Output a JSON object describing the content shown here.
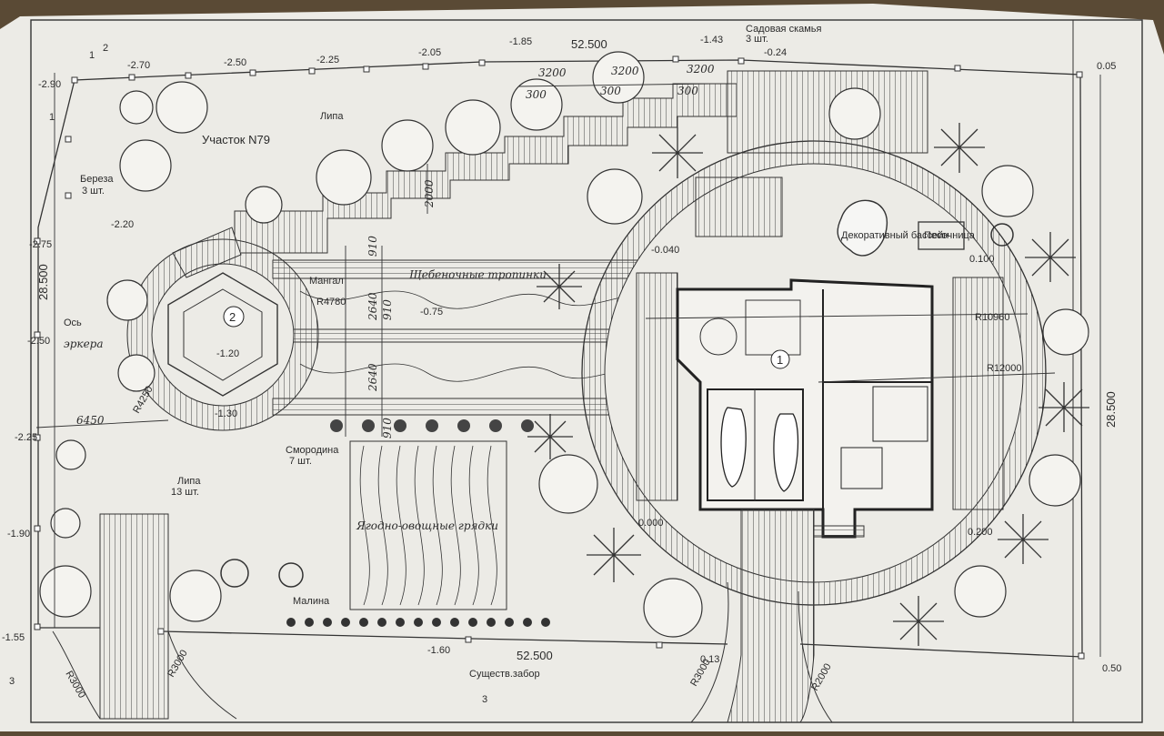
{
  "plot_title": "Участок N79",
  "top_dimension": "52.500",
  "bottom_dimension": "52.500",
  "left_dimension": "28.500",
  "right_dimension": "28.500",
  "annotations": {
    "garden_benches": "Садовая скамья",
    "garden_benches_count": "3 шт.",
    "birch": "Береза",
    "birch_count": "3 шт.",
    "linden_top": "Липа",
    "linden_bottom": "Липа",
    "linden_bottom_count": "13 шт.",
    "gravel_paths": "Щебеночные тропинки",
    "mangal": "Мангал",
    "currant": "Смородина",
    "currant_count": "7 шт.",
    "berry_beds": "Ягодно-овощные грядки",
    "raspberry": "Малина",
    "existing_fence": "Существ.забор",
    "decorative_pool": "Декоративный бассейн",
    "sandbox": "Песочница",
    "axis": "Ось",
    "erker": "эркера"
  },
  "radii": {
    "r10960": "R10960",
    "r12000": "R12000",
    "r4780": "R4780",
    "r4250": "R4250",
    "r3000_a": "R3000",
    "r3000_b": "R3000",
    "r3000_c": "R3000",
    "r2000": "R2000"
  },
  "markers": {
    "house": "1",
    "gazebo": "2"
  },
  "sections": {
    "s1_top": "1",
    "s1_top_sup": "2",
    "s1_left": "1",
    "s3_left": "3",
    "s3_bottom": "3"
  },
  "elevations": {
    "e_290": "-2.90",
    "e_270": "-2.70",
    "e_250_top": "-2.50",
    "e_225_top": "-2.25",
    "e_205": "-2.05",
    "e_185": "-1.85",
    "e_143": "-1.43",
    "e_024": "-0.24",
    "e_005": "0.05",
    "e_220": "-2.20",
    "e_275": "-2.75",
    "e_250_left": "-2.50",
    "e_225_left": "-2.25",
    "e_190": "-1.90",
    "e_155": "-1.55",
    "e_160": "-1.60",
    "e_013": "0.13",
    "e_050": "0.50",
    "e_0000_left": "0.000",
    "e_0040": "-0.040",
    "e_0100": "0.100",
    "e_0200": "0.200",
    "e_075": "-0.75",
    "e_120": "-1.20",
    "e_130": "-1.30"
  },
  "hand_dims": {
    "d3200_a": "3200",
    "d3200_b": "3200",
    "d3200_c": "3200",
    "d300_a": "300",
    "d300_b": "300",
    "d300_c": "300",
    "d2000": "2000",
    "d910_a": "910",
    "d2640_a": "2640",
    "d910_b": "910",
    "d2640_b": "2640",
    "d910_c": "910",
    "d6450": "6450"
  },
  "colors": {
    "paper": "#ecebe6",
    "ink": "#2b2b2b",
    "background": "#5a4a35"
  }
}
